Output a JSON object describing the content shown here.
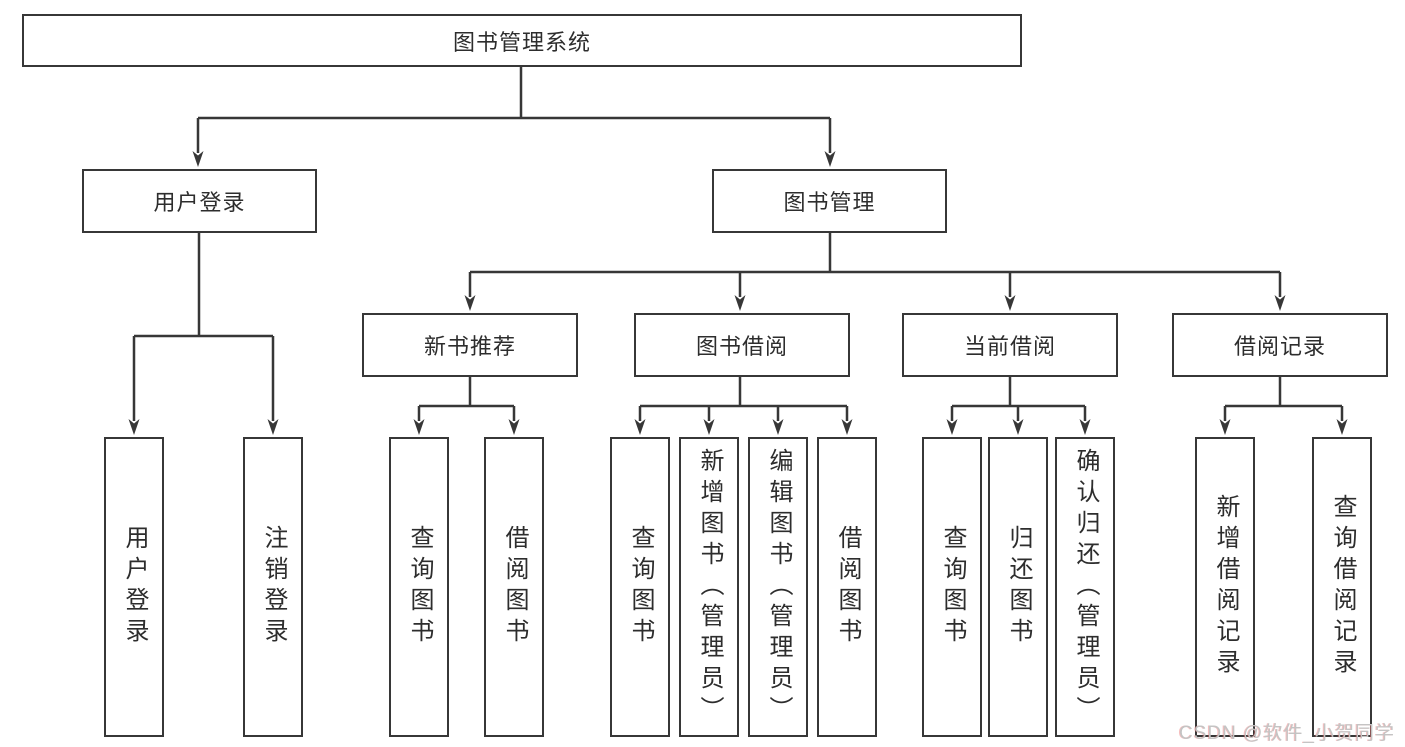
{
  "tree": {
    "root": {
      "label": "图书管理系统",
      "children": [
        {
          "label": "用户登录",
          "children": [
            {
              "label": "用户登录"
            },
            {
              "label": "注销登录"
            }
          ]
        },
        {
          "label": "图书管理",
          "children": [
            {
              "label": "新书推荐",
              "children": [
                {
                  "label": "查询图书"
                },
                {
                  "label": "借阅图书"
                }
              ]
            },
            {
              "label": "图书借阅",
              "children": [
                {
                  "label": "查询图书"
                },
                {
                  "label": "新增图书（管理员）"
                },
                {
                  "label": "编辑图书（管理员）"
                },
                {
                  "label": "借阅图书"
                }
              ]
            },
            {
              "label": "当前借阅",
              "children": [
                {
                  "label": "查询图书"
                },
                {
                  "label": "归还图书"
                },
                {
                  "label": "确认归还（管理员）"
                }
              ]
            },
            {
              "label": "借阅记录",
              "children": [
                {
                  "label": "新增借阅记录"
                },
                {
                  "label": "查询借阅记录"
                }
              ]
            }
          ]
        }
      ]
    }
  },
  "colors": {
    "line": "#373737",
    "box_border": "#373737",
    "box_background": "#ffffff",
    "text": "#2d2d2d",
    "watermark": "#c4c4c4"
  },
  "watermark": {
    "text": "CSDN @软件_小贺同学"
  }
}
